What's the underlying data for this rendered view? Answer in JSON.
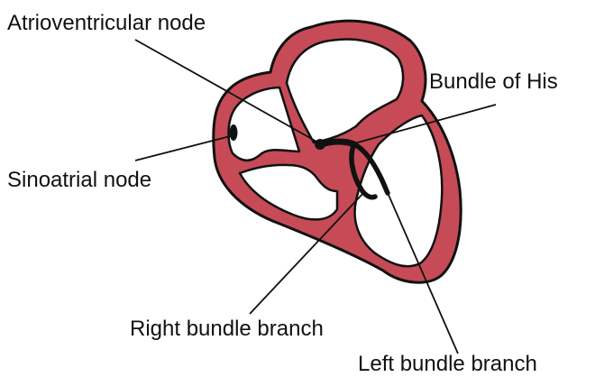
{
  "labels": {
    "atrioventricular_node": "Atrioventricular node",
    "bundle_of_his": "Bundle of His",
    "sinoatrial_node": "Sinoatrial node",
    "right_bundle_branch": "Right bundle branch",
    "left_bundle_branch": "Left bundle branch"
  },
  "colors": {
    "heart_wall": "#c64b57",
    "outline": "#111111",
    "chamber": "#ffffff",
    "background": "#ffffff"
  }
}
